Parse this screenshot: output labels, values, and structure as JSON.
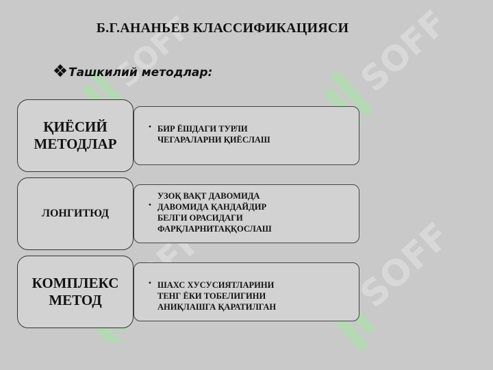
{
  "title": "Б.Г.АНАНЬЕВ КЛАССИФИКАЦИЯСИ",
  "subtitle": {
    "bullet_icon": "diamond-bullet-icon",
    "text": "Ташкилий методлар:"
  },
  "methods": [
    {
      "label": "ҚИЁСИЙ\nМЕТОДЛАР",
      "description": "БИР ЁШДАГИ ТУРЛИ\nЧЕГАРАЛАРНИ ҚИЁСЛАШ"
    },
    {
      "label": "ЛОНГИТЮД",
      "description": "УЗОҚ ВАҚТ ДАВОМИДА\nДАВОМИДА ҚАНДАЙДИР\nБЕЛГИ ОРАСИДАГИ\nФАРҚЛАРНИТАҚҚОСЛАШ"
    },
    {
      "label": "КОМПЛЕКС\nМЕТОД",
      "description": "ШАХС ХУСУСИЯТЛАРИНИ\nТЕНГ ЁКИ ТОБЕЛИГИНИ\nАНИҚЛАШГА ҚАРАТИЛГАН"
    }
  ],
  "bullet_char": "•",
  "watermark": {
    "icon": "soff-watermark-logo",
    "color": "#a6e6a6"
  }
}
